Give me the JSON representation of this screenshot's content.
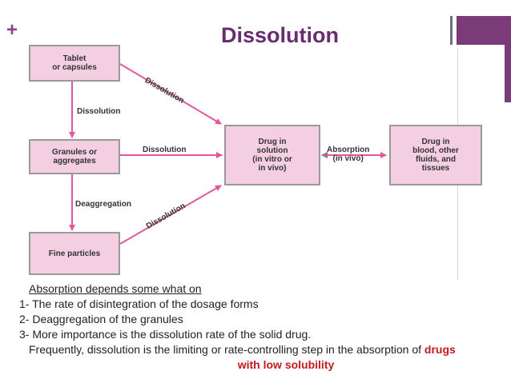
{
  "slide": {
    "title": "Dissolution",
    "plus_symbol": "+",
    "accent_color": "#7b3a78"
  },
  "diagram": {
    "boxes": {
      "tablet": "Tablet\nor capsules",
      "granules": "Granules or\naggregates",
      "fine": "Fine particles",
      "solution": "Drug in\nsolution\n(in vitro or\nin vivo)",
      "blood": "Drug in\nblood, other\nfluids, and\ntissues"
    },
    "labels": {
      "dissolution_diag_top": "Dissolution",
      "dissolution_down": "Dissolution",
      "dissolution_mid": "Dissolution",
      "deaggregation": "Deaggregation",
      "dissolution_diag_bottom": "Dissolution",
      "absorption": "Absorption\n(in vivo)"
    },
    "box_fill": "#f4cfe2",
    "arrow_color": "#e3579f"
  },
  "notes": {
    "heading": "Absorption depends some what on",
    "item1": "1- The rate of disintegration of the dosage forms",
    "item2": "2- Deaggregation of the granules",
    "item3": "3- More importance is the dissolution rate of the solid drug.",
    "sentence": "Frequently, dissolution is the limiting or rate-controlling step in the absorption of",
    "highlight_1": "drugs",
    "highlight_2": "with low solubility",
    "highlight_color": "#c41a1a"
  }
}
